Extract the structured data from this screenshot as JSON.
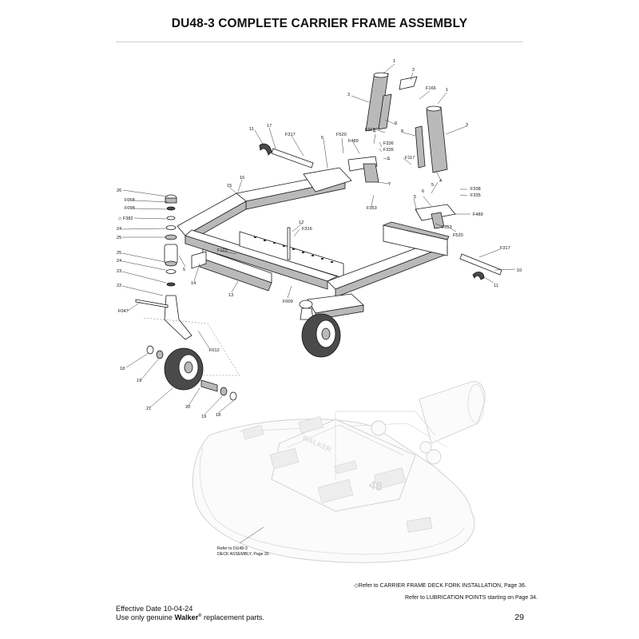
{
  "header": {
    "title": "DU48-3 COMPLETE CARRIER FRAME ASSEMBLY"
  },
  "diagram": {
    "callouts": {
      "c1a": "1",
      "c2": "2",
      "cF166": "F166",
      "c1b": "1",
      "c3a": "3",
      "c9": "9",
      "cF117a": "F117",
      "c8": "8",
      "c3b": "3",
      "c11a": "11",
      "c17": "17",
      "cF317a": "F317",
      "cF520a": "F520",
      "c4a": "4",
      "cF489a": "F489",
      "c5a": "5",
      "cF336": "F336",
      "cF335a": "F335",
      "c5b": "5",
      "cF117b": "F117",
      "c4b": "4",
      "c5c": "5",
      "c6": "6",
      "cF338": "F338",
      "cF335b": "F335",
      "c7": "7",
      "cF353a": "F353",
      "c16": "16",
      "c15": "15",
      "c26": "26",
      "cF068": "F068",
      "cF098": "F098",
      "cF382": "◇ F382",
      "c24a": "24",
      "c25a": "25",
      "c5d": "5",
      "cF489b": "F489",
      "c12": "12",
      "cF316": "F316",
      "cF353b": "F353",
      "cF520b": "F520",
      "cF317b": "F317",
      "c10": "10",
      "c11b": "11",
      "c25b": "25",
      "c24b": "24",
      "c23": "23",
      "c5e": "5",
      "c14": "14",
      "cF123": "F123",
      "c13": "13",
      "c22": "22",
      "cF009": "F009",
      "cF047": "F047",
      "cF012": "F012",
      "c18a": "18",
      "c19a": "19",
      "c21": "21",
      "c20": "20",
      "c19b": "19",
      "c18b": "18"
    },
    "deck_decal_number": "48",
    "deck_decal_brand": "WALKER"
  },
  "deck_reference": {
    "line1": "Refer to DU48-3",
    "line2": "DECK ASSEMBLY, Page 30"
  },
  "notes": {
    "carrier_fork": "◇Refer to CARRIER FRAME DECK FORK INSTALLATION, Page 36.",
    "lubrication": "Refer to LUBRICATION POINTS starting on Page 34."
  },
  "footer": {
    "effective_date": "Effective Date 10-04-24",
    "genuine_prefix": "Use only genuine ",
    "brand": "Walker",
    "registered": "®",
    "genuine_suffix": " replacement parts.",
    "page_number": "29"
  }
}
